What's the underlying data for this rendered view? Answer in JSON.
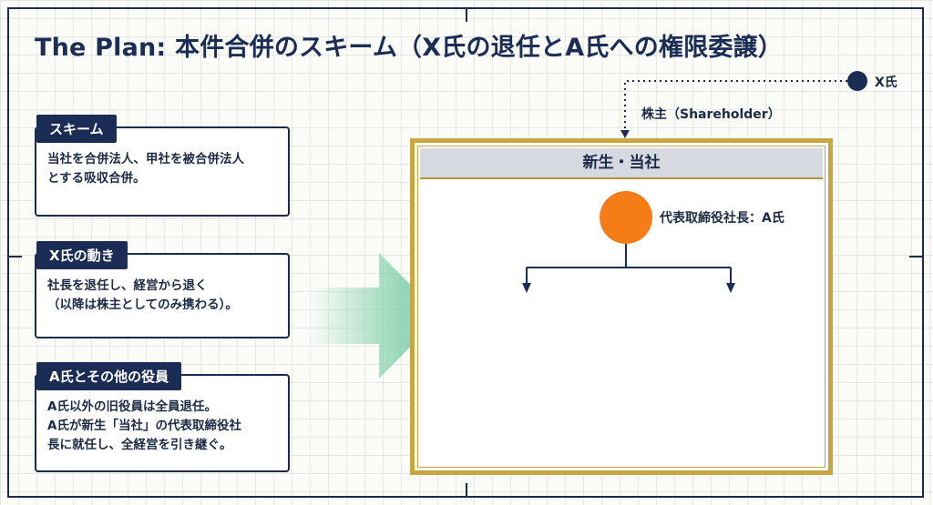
{
  "title": "The Plan: 本件合併のスキーム（X氏の退任とA氏への権限委譲）",
  "cards": [
    {
      "heading": "スキーム",
      "lines": [
        "当社を合併法人、甲社を被合併法人",
        "とする吸収合併。"
      ]
    },
    {
      "heading": "X氏の動き",
      "lines": [
        "社長を退任し、経営から退く",
        "（以降は株主としてのみ携わる）。"
      ]
    },
    {
      "heading": "A氏とその他の役員",
      "lines": [
        "A氏以外の旧役員は全員退任。",
        "A氏が新生「当社」の代表取締役社",
        "長に就任し、全経営を引き継ぐ。"
      ]
    }
  ],
  "diagram": {
    "x_person": "X氏",
    "shareholder_label": "株主（Shareholder）",
    "company_name": "新生・当社",
    "president_label": "代表取締役社長：A氏"
  },
  "colors": {
    "navy": "#1b2d55",
    "gold": "#c8a642",
    "orange": "#f57c16",
    "arrow_green": "#7fcfa8"
  }
}
